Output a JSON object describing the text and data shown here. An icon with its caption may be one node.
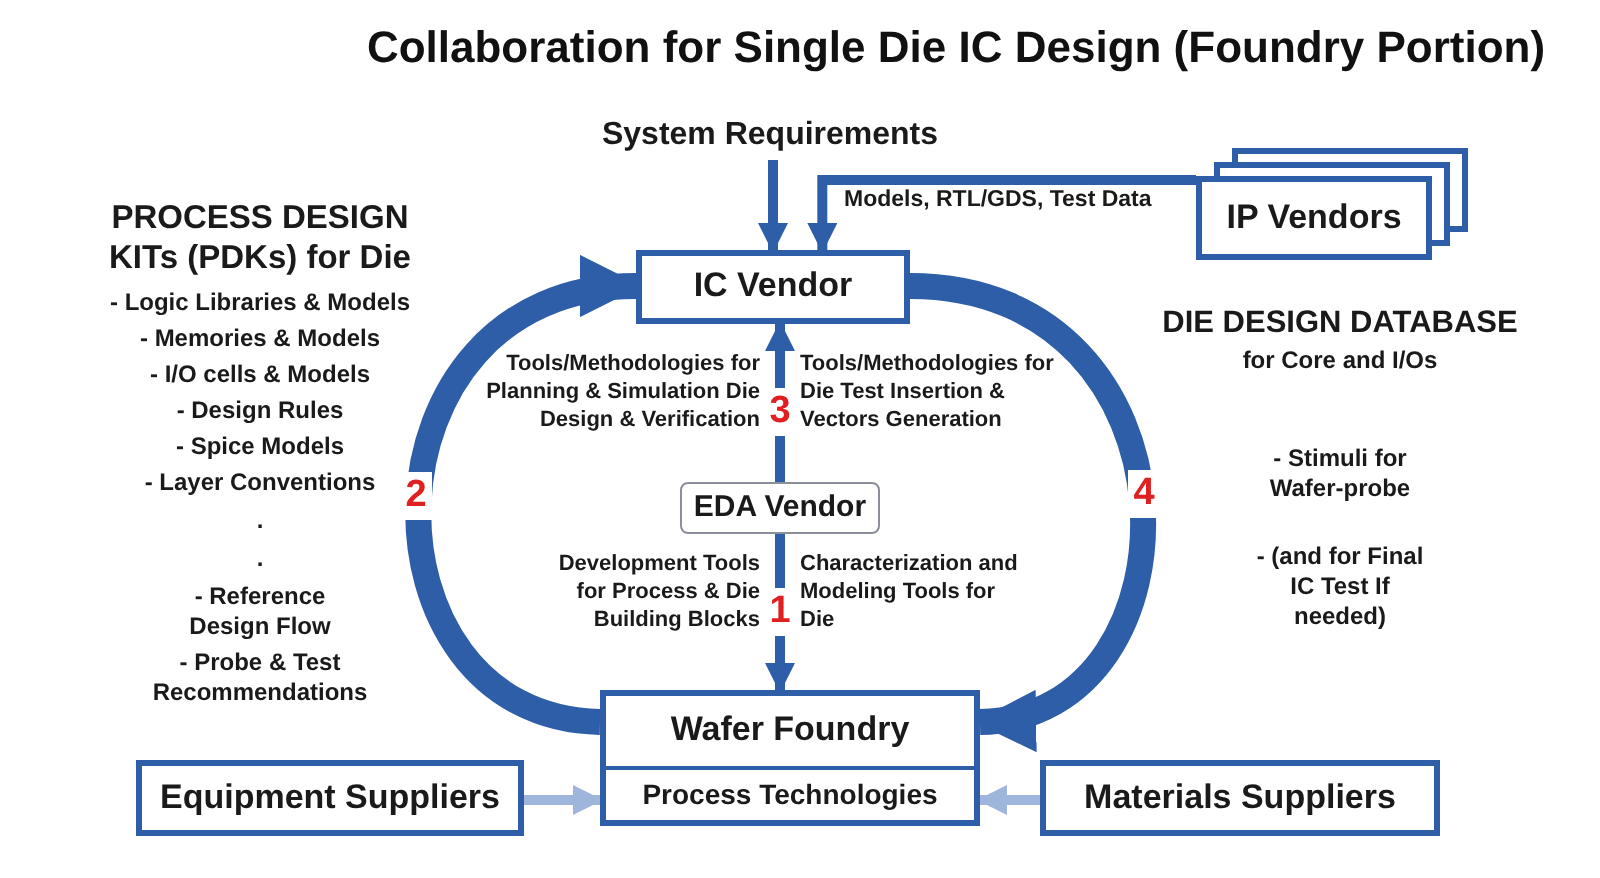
{
  "diagram": {
    "title": "Collaboration for Single Die IC Design (Foundry Portion)",
    "nodes": [
      {
        "text": [
          "System Requirements"
        ]
      },
      {
        "text": [
          "IC Vendor"
        ]
      },
      {
        "text": [
          "IP Vendors"
        ]
      },
      {
        "text": [
          "EDA Vendor"
        ]
      },
      {
        "text": [
          "Wafer Foundry"
        ]
      },
      {
        "text": [
          "Process Technologies"
        ],
        "in": 4
      },
      {
        "text": [
          "Equipment Suppliers"
        ]
      },
      {
        "text": [
          "Materials Suppliers"
        ]
      }
    ],
    "edges": [
      {
        "from": 0,
        "to": 1,
        "arrow": "to"
      },
      {
        "from": 2,
        "to": 1,
        "arrow": "to",
        "label": "Models, RTL/GDS, Test Data"
      },
      {
        "from": 3,
        "to": 1,
        "arrow": "to"
      },
      {
        "from": 3,
        "to": 4,
        "arrow": "to"
      },
      {
        "from": 6,
        "to": 4,
        "arrow": "to",
        "color": "#9fb6dc"
      },
      {
        "from": 7,
        "to": 4,
        "arrow": "to",
        "color": "#9fb6dc"
      },
      {
        "from": 4,
        "to": 1,
        "arrow": "to",
        "style": "thick"
      },
      {
        "from": 1,
        "to": 4,
        "arrow": "to",
        "style": "thick"
      }
    ],
    "labels": [
      "PROCESS DESIGN KITs (PDKs) for Die",
      "- Logic Libraries & Models",
      "- Memories & Models",
      "- I/O cells & Models",
      "- Design Rules",
      "- Spice Models",
      "- Layer Conventions",
      ".",
      ".",
      "- Reference Design Flow",
      "- Probe & Test Recommendations",
      "2",
      "Tools/Methodologies for Planning & Simulation Die Design & Verification",
      "3",
      "Tools/Methodologies for Die Test Insertion & Vectors Generation",
      "Development Tools for Process & Die Building Blocks",
      "1",
      "Characterization and Modeling Tools for Die",
      "4",
      "DIE DESIGN DATABASE",
      "for Core and I/Os",
      "- Stimuli for Wafer-probe",
      "- (and for Final IC Test If needed)"
    ]
  }
}
